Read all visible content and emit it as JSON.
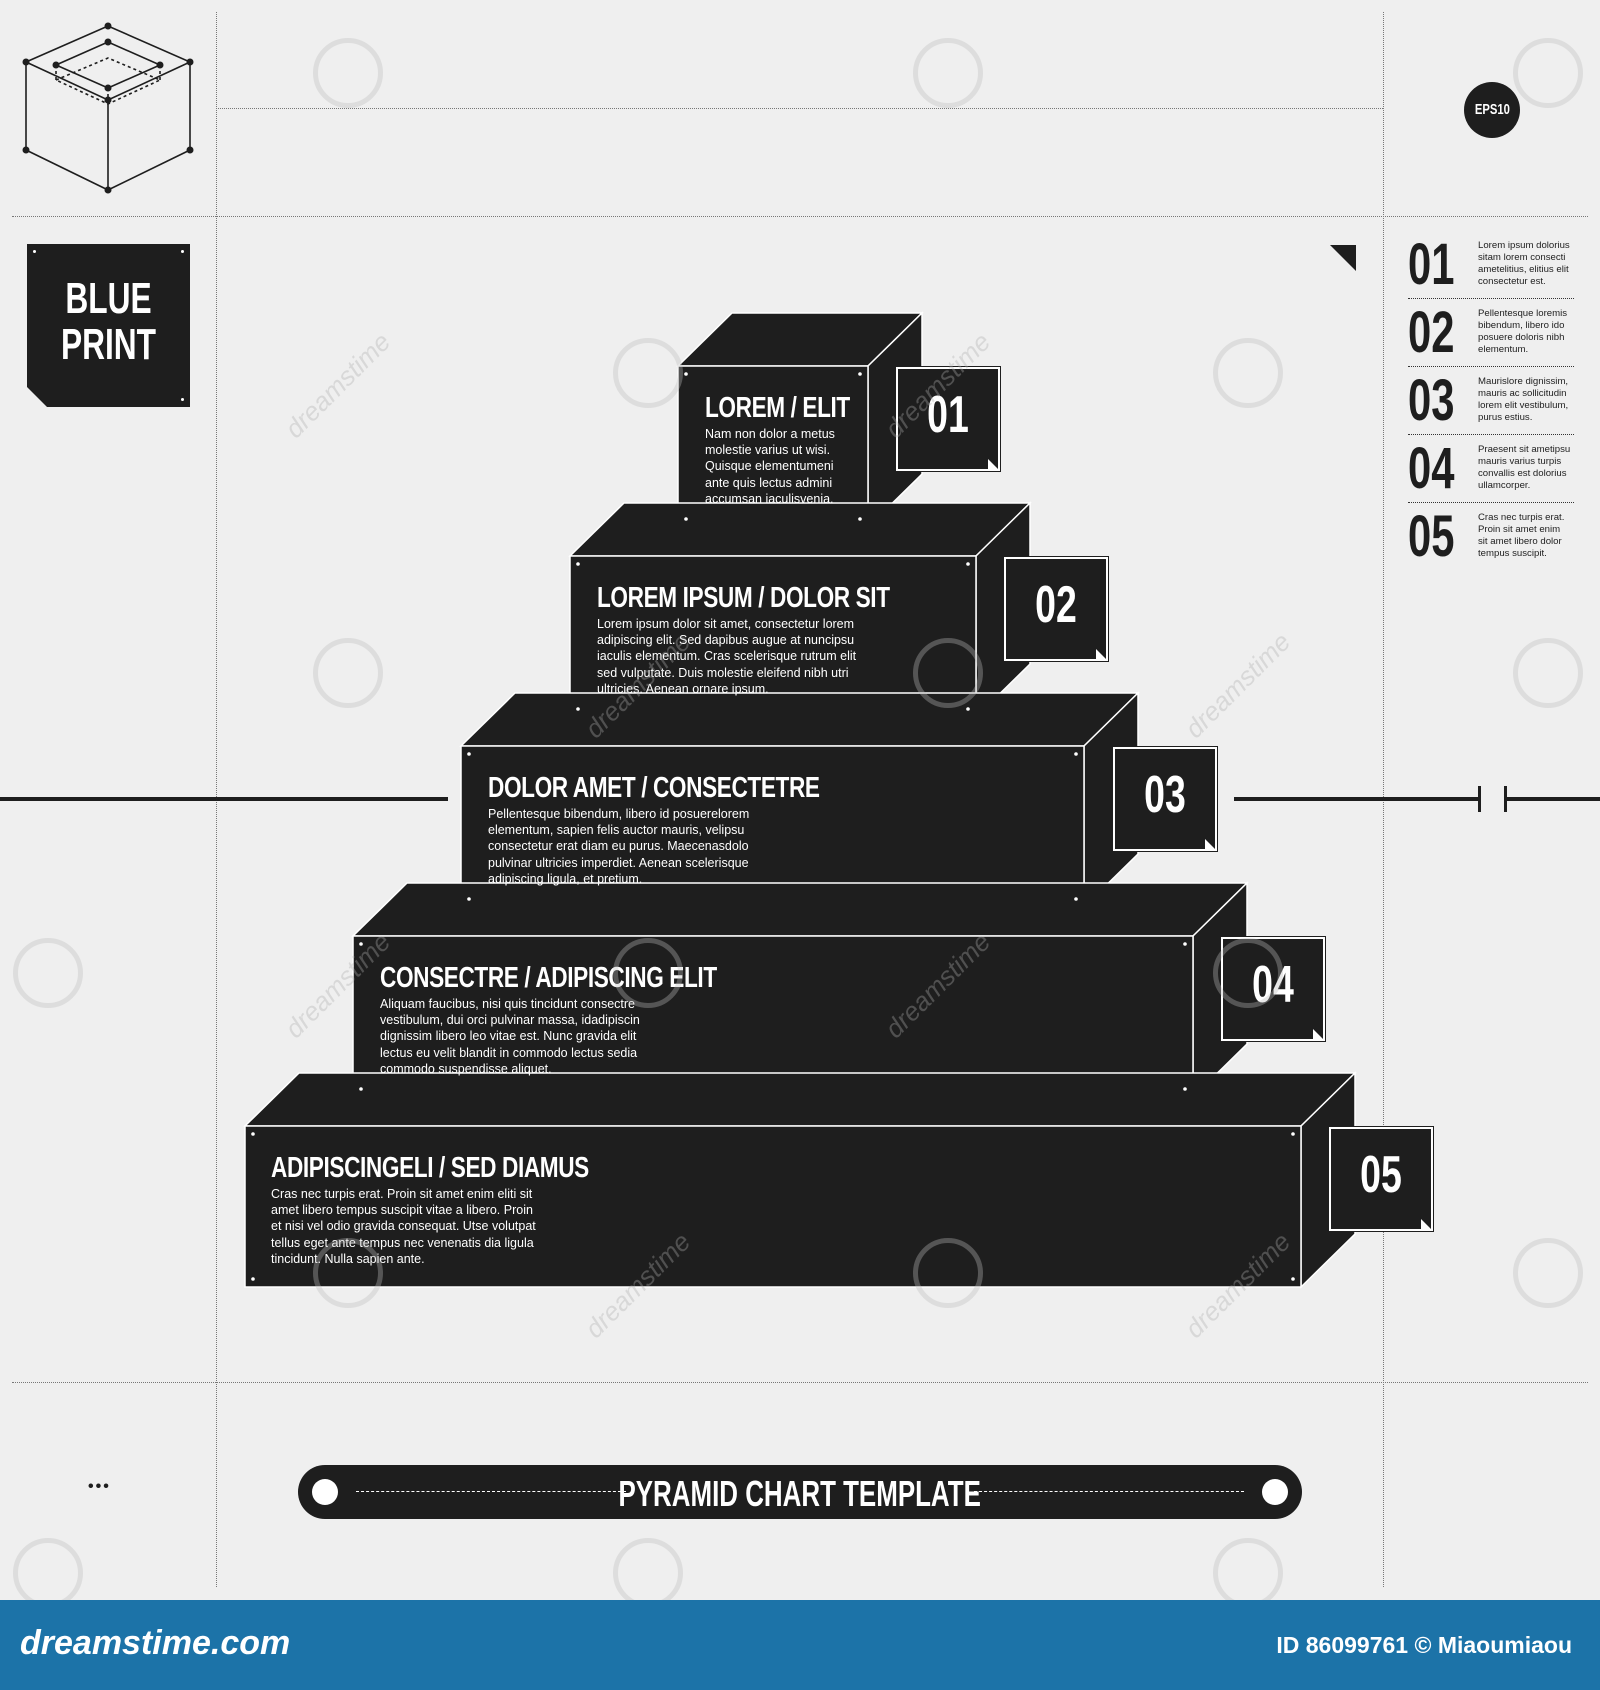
{
  "badge": {
    "line1": "BLUE",
    "line2": "PRINT"
  },
  "eps": "EPS10",
  "tiers": [
    {
      "num": "01",
      "title": "LOREM / ELIT",
      "body": "Nam non dolor a metus\nmolestie varius ut wisi.\nQuisque elementumeni\nante quis lectus admini\naccumsan iaculisvenia."
    },
    {
      "num": "02",
      "title": "LOREM IPSUM / DOLOR SIT",
      "body": "Lorem ipsum dolor sit amet, consectetur lorem\nadipiscing elit. Sed dapibus augue at nuncipsu\niaculis elementum. Cras scelerisque rutrum elit\nsed vulputate. Duis molestie eleifend nibh utri\nultricies. Aenean ornare ipsum."
    },
    {
      "num": "03",
      "title": "DOLOR AMET / CONSECTETRE",
      "body": "Pellentesque bibendum, libero id posuerelorem\nelementum, sapien felis auctor mauris, velipsu\nconsectetur erat diam eu purus. Maecenasdolo\npulvinar ultricies imperdiet. Aenean scelerisque\nadipiscing ligula, et pretium."
    },
    {
      "num": "04",
      "title": "CONSECTRE / ADIPISCING ELIT",
      "body": "Aliquam faucibus, nisi quis tincidunt consectre\nvestibulum, dui orci pulvinar massa, idadipiscin\ndignissim libero leo vitae est. Nunc gravida elit\nlectus eu velit blandit in commodo lectus sedia\ncommodo suspendisse aliquet."
    },
    {
      "num": "05",
      "title": "ADIPISCINGELI / SED DIAMUS",
      "body": "Cras nec turpis erat. Proin sit amet enim eliti sit\namet libero tempus suscipit vitae a libero. Proin\net nisi vel odio gravida consequat. Utse volutpat\ntellus eget ante tempus nec venenatis dia ligula\ntincidunt. Nulla sapien ante."
    }
  ],
  "side_list": [
    {
      "num": "01",
      "text": "Lorem ipsum dolorius\nsitam lorem consecti\nametelitius, elitius elit\nconsectetur est."
    },
    {
      "num": "02",
      "text": "Pellentesque loremis\nbibendum, libero ido\nposuere doloris nibh\nelementum."
    },
    {
      "num": "03",
      "text": "Maurislore dignissim,\nmauris ac sollicitudin\nlorem elit vestibulum,\npurus estius."
    },
    {
      "num": "04",
      "text": "Praesent sit ametipsu\nmauris varius turpis\nconvallis est dolorius\nullamcorper."
    },
    {
      "num": "05",
      "text": "Cras nec turpis erat.\nProin sit amet enim\nsit amet libero dolor\ntempus suscipit."
    }
  ],
  "footer_title": "PYRAMID CHART TEMPLATE",
  "ellipsis": "•••",
  "watermark": {
    "brand": "dreamstime.com",
    "id_text": "ID 86099761 © Miaoumiaou",
    "wm_text": "dreamstime"
  },
  "colors": {
    "ink": "#1e1e1e",
    "paper": "#efefef",
    "banner": "#1c73a8"
  }
}
